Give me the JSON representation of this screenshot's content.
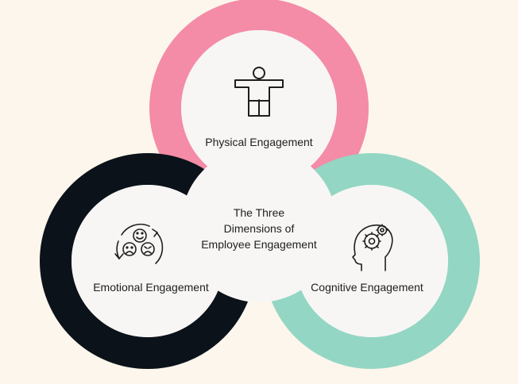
{
  "diagram": {
    "center_title": [
      "The Three",
      "Dimensions of",
      "Employee Engagement"
    ],
    "dimensions": [
      {
        "label": "Physical Engagement",
        "icon": "person-icon",
        "color": "#f48ba7"
      },
      {
        "label": "Emotional Engagement",
        "icon": "emotions-cycle-icon",
        "color": "#0b121a"
      },
      {
        "label": "Cognitive Engagement",
        "icon": "head-gears-icon",
        "color": "#93d6c3"
      }
    ],
    "inner_fill": "#f7f6f5",
    "background": "#fdf6ec"
  }
}
